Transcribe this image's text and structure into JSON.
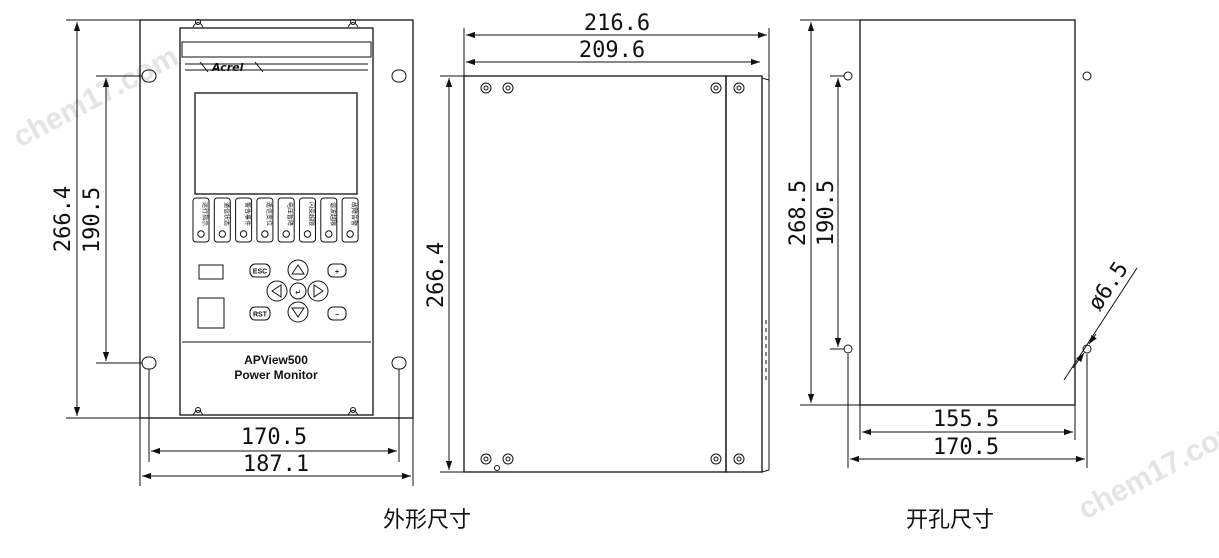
{
  "watermark": "chem17.com",
  "front_view": {
    "brand": "Acrel",
    "model": "APView500",
    "subtitle": "Power Monitor",
    "indicators": [
      "运行指示",
      "通信状态",
      "警告事件",
      "遥信变位",
      "电压暂降",
      "闪变超限",
      "谐波越限",
      "故障告警"
    ],
    "keys": {
      "esc": "ESC",
      "enter": "↵",
      "rst": "RST",
      "plus": "+",
      "minus": "−"
    },
    "dims": {
      "height": "266.4",
      "hole_vertical": "190.5",
      "hole_horizontal": "170.5",
      "width": "187.1"
    }
  },
  "side_view": {
    "dims": {
      "total_width": "216.6",
      "body_width": "209.6",
      "height": "266.4"
    }
  },
  "cutout_view": {
    "dims": {
      "height": "268.5",
      "hole_vertical": "190.5",
      "hole_diameter": "ø6.5",
      "width": "155.5",
      "hole_horizontal": "170.5"
    }
  },
  "captions": {
    "outline": "外形尺寸",
    "cutout": "开孔尺寸"
  }
}
